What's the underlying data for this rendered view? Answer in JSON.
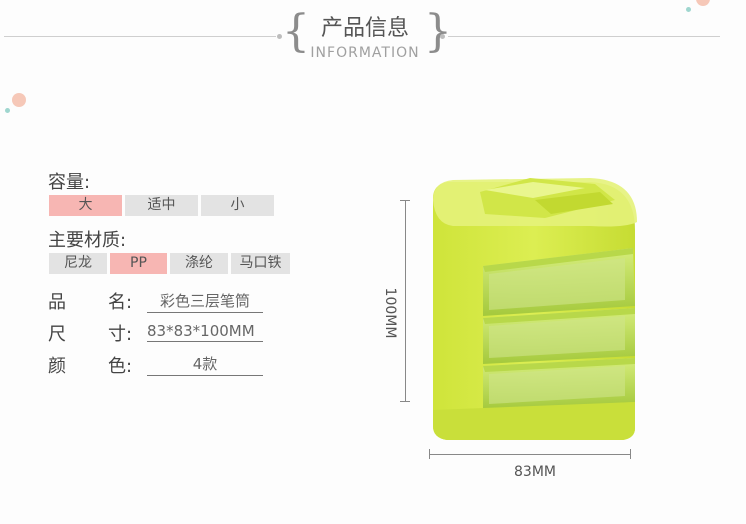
{
  "header": {
    "title_cn": "产品信息",
    "title_en": "INFORMATION"
  },
  "capacity": {
    "label": "容量:",
    "options": [
      "大",
      "适中",
      "小"
    ],
    "selected": "大"
  },
  "material": {
    "label": "主要材质:",
    "options": [
      "尼龙",
      "PP",
      "涤纶",
      "马口铁"
    ],
    "selected": "PP"
  },
  "specs": [
    {
      "label_a": "品",
      "label_b": "名:",
      "value": "彩色三层笔筒"
    },
    {
      "label_a": "尺",
      "label_b": "寸:",
      "value": "83*83*100MM"
    },
    {
      "label_a": "颜",
      "label_b": "色:",
      "value": "4款"
    }
  ],
  "dimensions": {
    "height": "100MM",
    "width": "83MM"
  },
  "colors": {
    "product_green": "#d6ea48",
    "chip_active": "#f7b6b3",
    "chip_inactive": "#e3e3e3"
  }
}
